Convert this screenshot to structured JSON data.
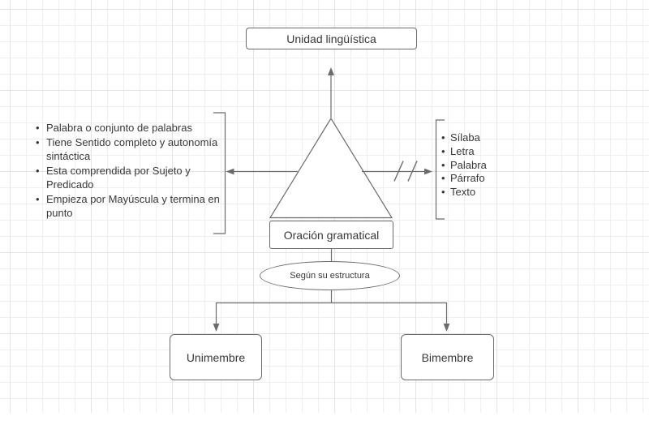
{
  "diagram": {
    "title_node": {
      "label": "Unidad lingüística"
    },
    "center_node": {
      "label": "Oración gramatical"
    },
    "criterion_node": {
      "label": "Según su estructura"
    },
    "leaf_nodes": [
      {
        "label": "Unimembre"
      },
      {
        "label": "Bimembre"
      }
    ],
    "left_notes": {
      "items": [
        "Palabra o conjunto de palabras",
        "Tiene Sentido completo y autonomía sintáctica",
        "Esta comprendida por Sujeto y Predicado",
        "Empieza por Mayúscula y termina en punto"
      ]
    },
    "right_notes": {
      "items": [
        "Sílaba",
        "Letra",
        "Palabra",
        "Párrafo",
        "Texto"
      ]
    },
    "colors": {
      "background": "#ffffff",
      "line": "#6b6b6b",
      "text": "#383838",
      "grid_minor": "#efefef",
      "grid_major": "#e3e3e3"
    }
  }
}
